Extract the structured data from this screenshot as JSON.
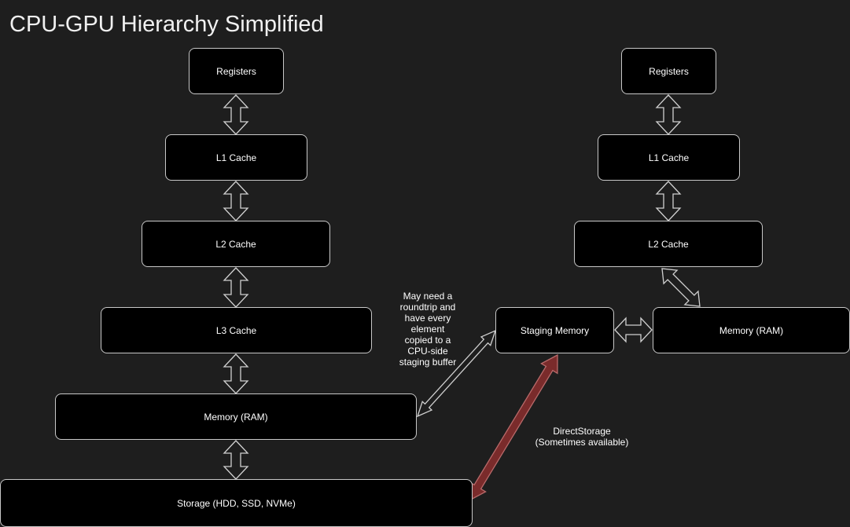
{
  "title": "CPU-GPU Hierarchy Simplified",
  "cpu": {
    "registers": "Registers",
    "l1": "L1 Cache",
    "l2": "L2 Cache",
    "l3": "L3 Cache",
    "memory": "Memory (RAM)",
    "storage": "Storage (HDD, SSD, NVMe)"
  },
  "gpu": {
    "registers": "Registers",
    "l1": "L1 Cache",
    "l2": "L2 Cache",
    "staging": "Staging Memory",
    "memory": "Memory (RAM)"
  },
  "notes": {
    "roundtrip": [
      "May need a",
      "roundtrip and",
      "have every",
      "element",
      "copied to a",
      "CPU-side",
      "staging buffer"
    ],
    "directstorage": [
      "DirectStorage",
      "(Sometimes available)"
    ]
  },
  "colors": {
    "background": "#1e1e1e",
    "box_fill": "#000000",
    "box_border": "#c8c8c8",
    "arrow_stroke": "#d0d0d0",
    "direct_arrow_fill": "#7a2b2b",
    "direct_arrow_stroke": "#b86a6a"
  }
}
